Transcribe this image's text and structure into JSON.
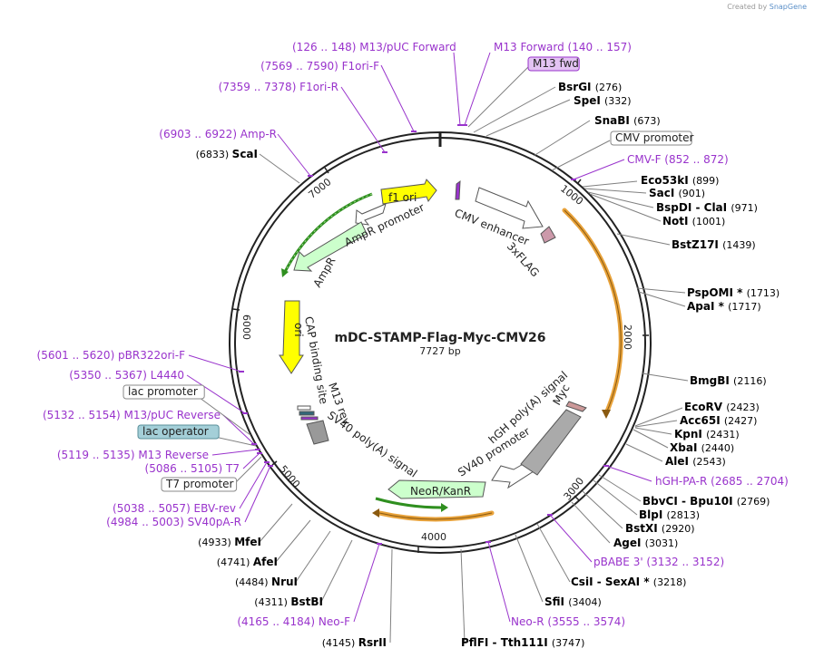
{
  "credit": {
    "prefix": "Created by",
    "brand": "SnapGene"
  },
  "plasmid": {
    "name": "mDC-STAMP-Flag-Myc-CMV26",
    "length": "7727 bp"
  },
  "ticks": [
    "1000",
    "2000",
    "3000",
    "4000",
    "5000",
    "6000",
    "7000"
  ],
  "colors": {
    "enzyme": "#000000",
    "primer": "#9933cc",
    "feature_line": "#808080",
    "orange": "#e8a23a",
    "green": "#2f8f1f",
    "purple": "#9933cc"
  },
  "labels": [
    {
      "id": "l1",
      "kind": "primer",
      "text": "(126 .. 148)  M13/pUC Forward"
    },
    {
      "id": "l2",
      "kind": "primer",
      "text": "M13 Forward   (140 .. 157)"
    },
    {
      "id": "l3",
      "kind": "boxfeat",
      "text": "M13 fwd",
      "fill": "#e3c3f3",
      "stroke": "#9933cc"
    },
    {
      "id": "l4",
      "kind": "enzyme",
      "name": "BsrGI",
      "pos": "(276)"
    },
    {
      "id": "l5",
      "kind": "enzyme",
      "name": "SpeI",
      "pos": "(332)"
    },
    {
      "id": "l6",
      "kind": "enzyme",
      "name": "SnaBI",
      "pos": "(673)"
    },
    {
      "id": "l7",
      "kind": "boxfeat",
      "text": "CMV promoter",
      "fill": "#ffffff",
      "stroke": "#888888"
    },
    {
      "id": "l8",
      "kind": "primer",
      "text": "CMV-F   (852 .. 872)"
    },
    {
      "id": "l9",
      "kind": "enzyme",
      "name": "Eco53kI",
      "pos": "(899)"
    },
    {
      "id": "l10",
      "kind": "enzyme",
      "name": "SacI",
      "pos": "(901)"
    },
    {
      "id": "l11",
      "kind": "enzyme",
      "name": "BspDI  -  ClaI",
      "pos": "(971)"
    },
    {
      "id": "l12",
      "kind": "enzyme",
      "name": "NotI",
      "pos": "(1001)"
    },
    {
      "id": "l13",
      "kind": "enzyme",
      "name": "BstZ17I",
      "pos": "(1439)"
    },
    {
      "id": "l14",
      "kind": "enzyme",
      "name": "PspOMI *",
      "pos": "(1713)"
    },
    {
      "id": "l15",
      "kind": "enzyme",
      "name": "ApaI *",
      "pos": "(1717)"
    },
    {
      "id": "l16",
      "kind": "enzyme",
      "name": "BmgBI",
      "pos": "(2116)"
    },
    {
      "id": "l17",
      "kind": "enzyme",
      "name": "EcoRV",
      "pos": "(2423)"
    },
    {
      "id": "l18",
      "kind": "enzyme",
      "name": "Acc65I",
      "pos": "(2427)"
    },
    {
      "id": "l19",
      "kind": "enzyme",
      "name": "KpnI",
      "pos": "(2431)"
    },
    {
      "id": "l20",
      "kind": "enzyme",
      "name": "XbaI",
      "pos": "(2440)"
    },
    {
      "id": "l21",
      "kind": "enzyme",
      "name": "AleI",
      "pos": "(2543)"
    },
    {
      "id": "l22",
      "kind": "primer",
      "text": "hGH-PA-R   (2685 .. 2704)"
    },
    {
      "id": "l23",
      "kind": "enzyme",
      "name": "BbvCI  -  Bpu10I",
      "pos": "(2769)"
    },
    {
      "id": "l24",
      "kind": "enzyme",
      "name": "BlpI",
      "pos": "(2813)"
    },
    {
      "id": "l25",
      "kind": "enzyme",
      "name": "BstXI",
      "pos": "(2920)"
    },
    {
      "id": "l26",
      "kind": "enzyme",
      "name": "AgeI",
      "pos": "(3031)"
    },
    {
      "id": "l27",
      "kind": "primer",
      "text": "pBABE 3'   (3132 .. 3152)"
    },
    {
      "id": "l28",
      "kind": "enzyme",
      "name": "CsiI  -  SexAI *",
      "pos": "(3218)"
    },
    {
      "id": "l29",
      "kind": "enzyme",
      "name": "SfiI",
      "pos": "(3404)"
    },
    {
      "id": "l30",
      "kind": "primer",
      "text": "Neo-R   (3555 .. 3574)"
    },
    {
      "id": "l31",
      "kind": "enzyme",
      "name": "PflFI  -  Tth111I",
      "pos": "(3747)"
    },
    {
      "id": "l32",
      "kind": "enzyme",
      "name": "RsrII",
      "pos": "(4145)",
      "posFirst": true
    },
    {
      "id": "l33",
      "kind": "primer",
      "text": "(4165 .. 4184)  Neo-F"
    },
    {
      "id": "l34",
      "kind": "enzyme",
      "name": "BstBI",
      "pos": "(4311)",
      "posFirst": true
    },
    {
      "id": "l35",
      "kind": "enzyme",
      "name": "NruI",
      "pos": "(4484)",
      "posFirst": true
    },
    {
      "id": "l36",
      "kind": "enzyme",
      "name": "AfeI",
      "pos": "(4741)",
      "posFirst": true
    },
    {
      "id": "l37",
      "kind": "enzyme",
      "name": "MfeI",
      "pos": "(4933)",
      "posFirst": true
    },
    {
      "id": "l38",
      "kind": "primer",
      "text": "(4984 .. 5003)  SV40pA-R"
    },
    {
      "id": "l39",
      "kind": "primer",
      "text": "(5038 .. 5057)  EBV-rev"
    },
    {
      "id": "l40",
      "kind": "boxfeat",
      "text": "T7 promoter",
      "fill": "#ffffff",
      "stroke": "#888888"
    },
    {
      "id": "l41",
      "kind": "primer",
      "text": "(5086 .. 5105)  T7"
    },
    {
      "id": "l42",
      "kind": "primer",
      "text": "(5119 .. 5135)  M13 Reverse"
    },
    {
      "id": "l43",
      "kind": "boxfeat",
      "text": "lac operator",
      "fill": "#a4cfd8",
      "stroke": "#5a8f9a"
    },
    {
      "id": "l44",
      "kind": "primer",
      "text": "(5132 .. 5154)  M13/pUC Reverse"
    },
    {
      "id": "l45",
      "kind": "boxfeat",
      "text": "lac promoter",
      "fill": "#ffffff",
      "stroke": "#888888"
    },
    {
      "id": "l46",
      "kind": "primer",
      "text": "(5350 .. 5367)  L4440"
    },
    {
      "id": "l47",
      "kind": "primer",
      "text": "(5601 .. 5620)  pBR322ori-F"
    },
    {
      "id": "l48",
      "kind": "enzyme",
      "name": "ScaI",
      "pos": "(6833)",
      "posFirst": true
    },
    {
      "id": "l49",
      "kind": "primer",
      "text": "(6903 .. 6922)  Amp-R"
    },
    {
      "id": "l50",
      "kind": "primer",
      "text": "(7359 .. 7378)  F1ori-R"
    },
    {
      "id": "l51",
      "kind": "primer",
      "text": "(7569 .. 7590)  F1ori-F"
    }
  ],
  "features": [
    {
      "id": "f1",
      "text": "f1 ori",
      "fill": "#ffff00"
    },
    {
      "id": "f2",
      "text": "AmpR promoter",
      "fill": "#ffffff"
    },
    {
      "id": "f3",
      "text": "AmpR",
      "fill": "#ccffcc"
    },
    {
      "id": "f4",
      "text": "ori",
      "fill": "#ffff00"
    },
    {
      "id": "f5",
      "text": "CAP binding site",
      "fill": "#ffffff"
    },
    {
      "id": "f6",
      "text": "M13 rev",
      "fill": "#ffffff"
    },
    {
      "id": "f7",
      "text": "SV40 poly(A) signal",
      "fill": "#999999"
    },
    {
      "id": "f8",
      "text": "NeoR/KanR",
      "fill": "#ccffcc"
    },
    {
      "id": "f9",
      "text": "SV40 promoter",
      "fill": "#ffffff"
    },
    {
      "id": "f10",
      "text": "hGH poly(A) signal",
      "fill": "#aaaaaa"
    },
    {
      "id": "f11",
      "text": "Myc",
      "fill": "#cc9999"
    },
    {
      "id": "f12",
      "text": "CMV enhancer",
      "fill": "#ffffff"
    },
    {
      "id": "f13",
      "text": "3xFLAG",
      "fill": "#cc99aa"
    }
  ]
}
